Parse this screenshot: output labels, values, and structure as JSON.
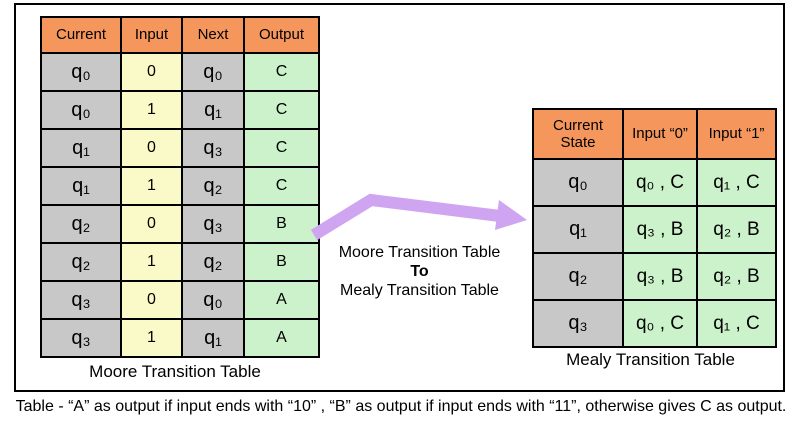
{
  "moore_table": {
    "headers": [
      "Current",
      "Input",
      "Next",
      "Output"
    ],
    "rows": [
      {
        "current": "q₀",
        "input": "0",
        "next": "q₀",
        "output": "C"
      },
      {
        "current": "q₀",
        "input": "1",
        "next": "q₁",
        "output": "C"
      },
      {
        "current": "q₁",
        "input": "0",
        "next": "q₃",
        "output": "C"
      },
      {
        "current": "q₁",
        "input": "1",
        "next": "q₂",
        "output": "C"
      },
      {
        "current": "q₂",
        "input": "0",
        "next": "q₃",
        "output": "B"
      },
      {
        "current": "q₂",
        "input": "1",
        "next": "q₂",
        "output": "B"
      },
      {
        "current": "q₃",
        "input": "0",
        "next": "q₀",
        "output": "A"
      },
      {
        "current": "q₃",
        "input": "1",
        "next": "q₁",
        "output": "A"
      }
    ],
    "caption": "Moore Transition Table"
  },
  "mealy_table": {
    "headers": [
      "Current State",
      "Input “0”",
      "Input “1”"
    ],
    "rows": [
      {
        "state": "q₀",
        "on0": "q₀ , C",
        "on1": "q₁ , C"
      },
      {
        "state": "q₁",
        "on0": "q₃ , B",
        "on1": "q₂ , B"
      },
      {
        "state": "q₂",
        "on0": "q₃ , B",
        "on1": "q₂ , B"
      },
      {
        "state": "q₃",
        "on0": "q₀ , C",
        "on1": "q₁ , C"
      }
    ],
    "caption": "Mealy Transition Table"
  },
  "arrow_label": {
    "line1": "Moore Transition Table",
    "line2": "To",
    "line3": "Mealy Transition Table"
  },
  "footnote": "Table - “A” as output if input ends with “10” , “B” as output if input ends with “11”, otherwise gives C as output.",
  "colors": {
    "header_orange": "#F5975D",
    "state_gray": "#C8C8C8",
    "input_yellow": "#FAFAC8",
    "output_green": "#CCF2CC",
    "arrow_purple": "#CFA4F1",
    "border_black": "#000000"
  }
}
